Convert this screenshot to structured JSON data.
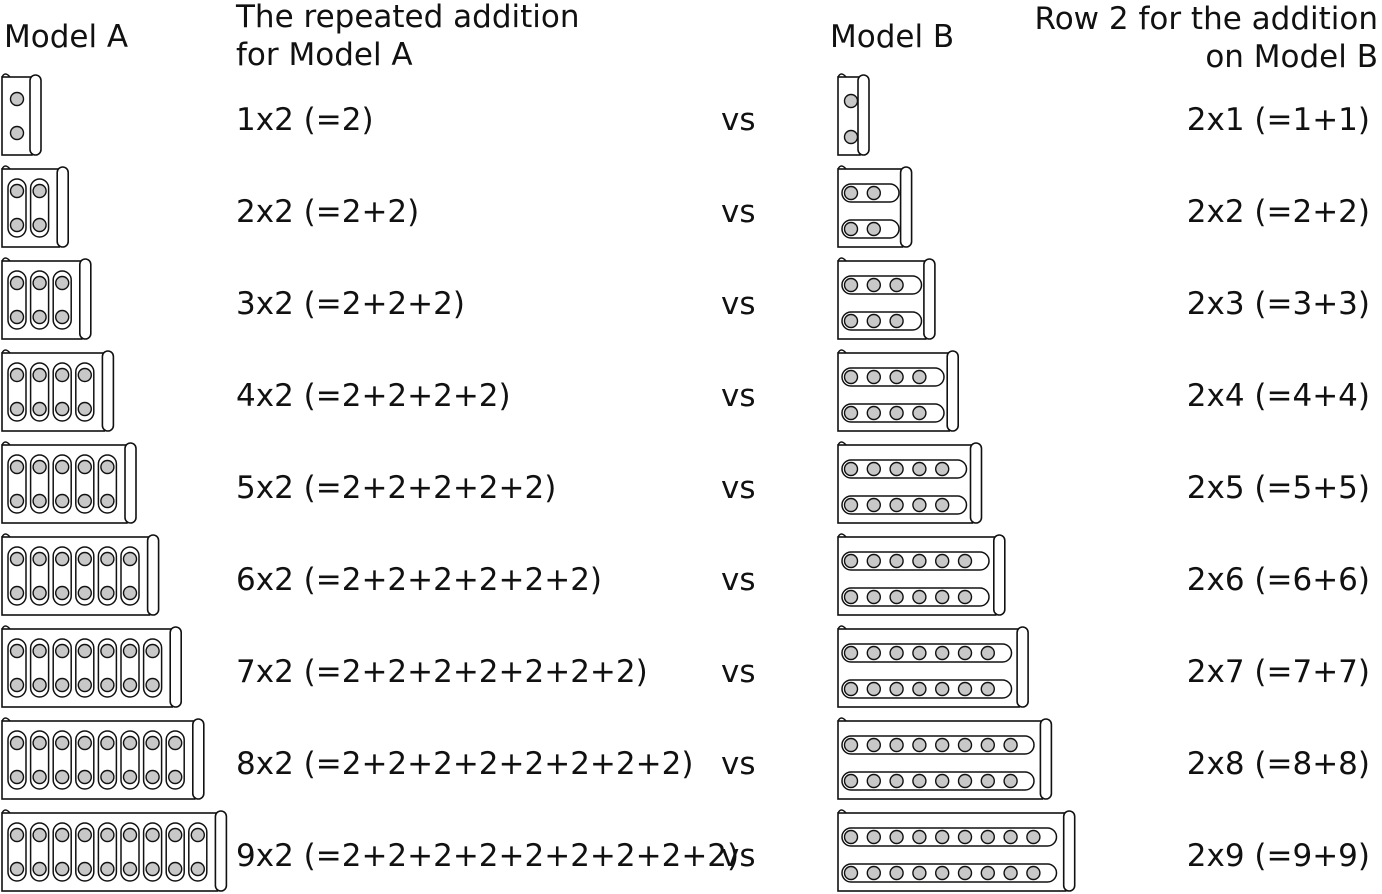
{
  "headers": {
    "model_a": "Model A",
    "addition_a_line1": "The repeated addition",
    "addition_a_line2": "for Model A",
    "model_b": "Model B",
    "addition_b_line1": "Row 2 for the addition",
    "addition_b_line2": "on Model B"
  },
  "rows": [
    {
      "n": 1,
      "a_expr": "1x2 (=2)",
      "vs": "vs",
      "b_expr": "2x1 (=1+1)"
    },
    {
      "n": 2,
      "a_expr": "2x2 (=2+2)",
      "vs": "vs",
      "b_expr": "2x2 (=2+2)"
    },
    {
      "n": 3,
      "a_expr": "3x2 (=2+2+2)",
      "vs": "vs",
      "b_expr": "2x3 (=3+3)"
    },
    {
      "n": 4,
      "a_expr": "4x2 (=2+2+2+2)",
      "vs": "vs",
      "b_expr": "2x4 (=4+4)"
    },
    {
      "n": 5,
      "a_expr": "5x2 (=2+2+2+2+2)",
      "vs": "vs",
      "b_expr": "2x5 (=5+5)"
    },
    {
      "n": 6,
      "a_expr": "6x2 (=2+2+2+2+2+2)",
      "vs": "vs",
      "b_expr": "2x6 (=6+6)"
    },
    {
      "n": 7,
      "a_expr": "7x2 (=2+2+2+2+2+2+2)",
      "vs": "vs",
      "b_expr": "2x7 (=7+7)"
    },
    {
      "n": 8,
      "a_expr": "8x2 (=2+2+2+2+2+2+2+2)",
      "vs": "vs",
      "b_expr": "2x8 (=8+8)"
    },
    {
      "n": 9,
      "a_expr": "9x2 (=2+2+2+2+2+2+2+2+2)",
      "vs": "vs",
      "b_expr": "2x9 (=9+9)"
    }
  ],
  "colors": {
    "ink": "#111111",
    "bead": "#c8c8c8",
    "paper": "#ffffff"
  }
}
